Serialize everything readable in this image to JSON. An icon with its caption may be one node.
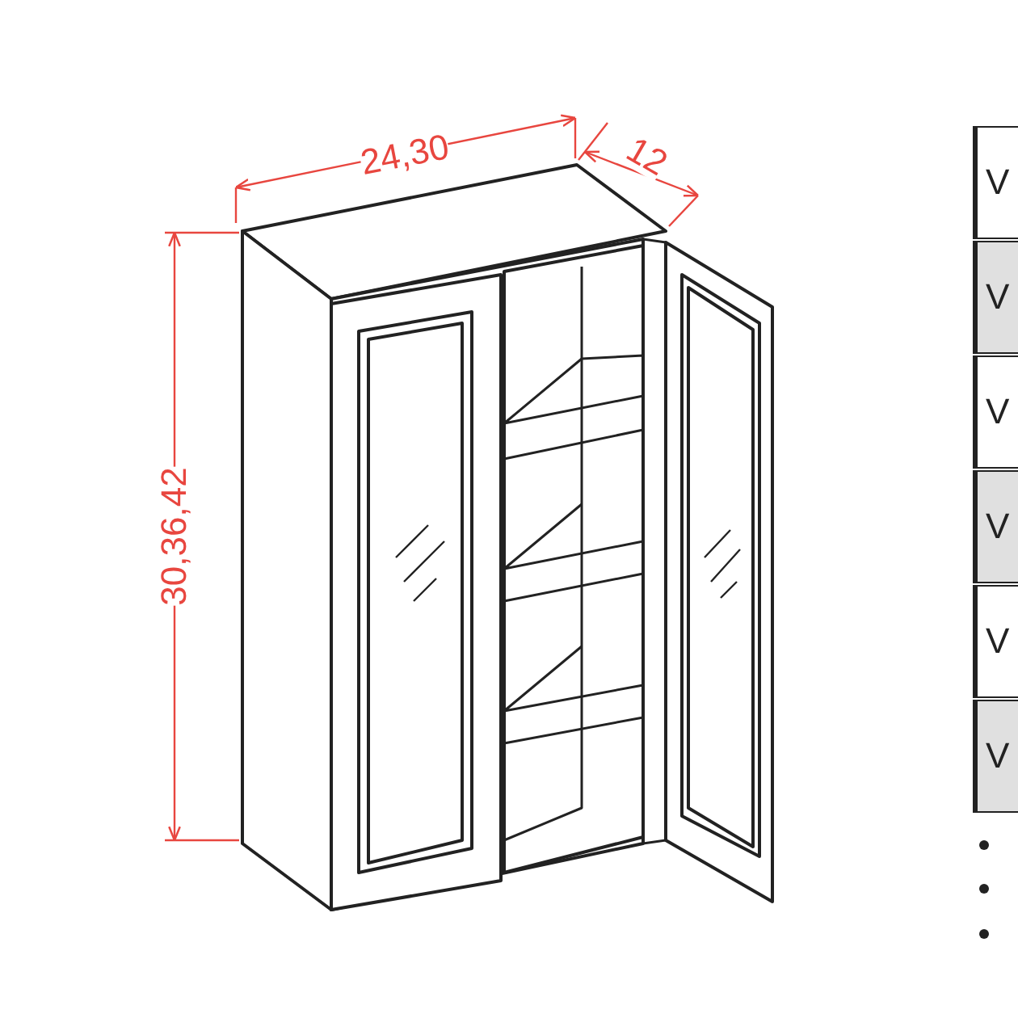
{
  "diagram": {
    "labels": [
      "24,30",
      "12",
      "30,36,42",
      "V",
      "V",
      "V",
      "V",
      "V",
      "V"
    ]
  }
}
